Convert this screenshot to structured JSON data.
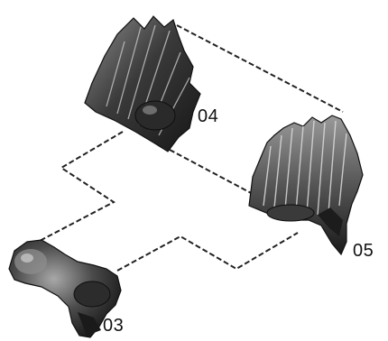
{
  "labels": {
    "part_04": "04",
    "part_05": "05",
    "part_03": "03"
  },
  "colors": {
    "line": "#222222",
    "fragment_dark": "#1e1e1e",
    "fragment_mid": "#5a5a5a",
    "fragment_light": "#9a9a9a"
  }
}
